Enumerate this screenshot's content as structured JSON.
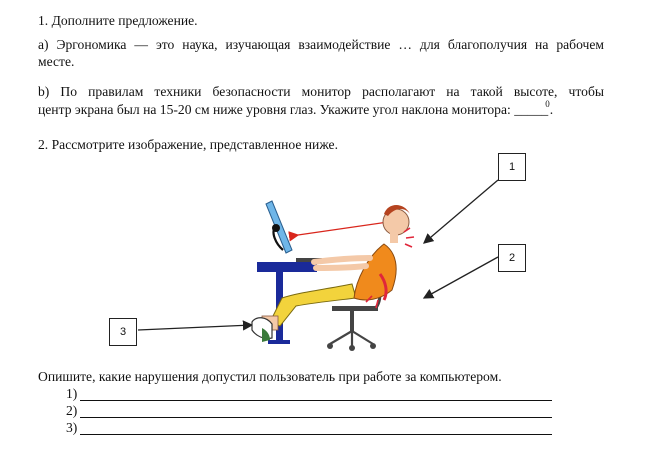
{
  "task1": {
    "heading": "1. Дополните предложение.",
    "a_line1": "а) Эргономика — это наука, изучающая взаимодействие … для благополучия на рабочем",
    "a_line2": "месте.",
    "b_line1": "b) По правилам техники безопасности монитор располагают на такой высоте, чтобы",
    "b_line2": "центр экрана был на 15-20 см ниже уровня глаз. Укажите угол наклона монитора: _____",
    "b_degree": "0",
    "b_end": "."
  },
  "task2": {
    "heading": "2. Рассмотрите изображение, представленное ниже."
  },
  "figure": {
    "callouts": [
      "1",
      "2",
      "3"
    ],
    "colors": {
      "shirt": "#f08a1c",
      "shorts": "#f2d33c",
      "skin": "#f4c9a8",
      "hair": "#b5431f",
      "desk": "#1a2a9a",
      "monitor": "#6fb6e8",
      "sight_line": "#d9261c",
      "pain_marks": "#e0263a",
      "chair": "#444444"
    }
  },
  "question": {
    "prompt": "Опишите, какие нарушения допустил пользователь при работе за компьютером.",
    "answers": [
      "1)",
      "2)",
      "3)"
    ]
  }
}
